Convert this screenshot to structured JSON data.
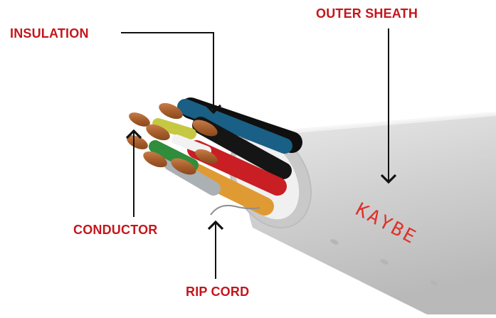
{
  "labels": {
    "insulation": "INSULATION",
    "outer_sheath": "OUTER SHEATH",
    "conductor": "CONDUCTOR",
    "rip_cord": "RIP CORD"
  },
  "sheath_print": "KAYBE",
  "colors": {
    "label_red": "#c4161c",
    "sheath_grey": "#d3d3d3",
    "copper": "#b46a3a",
    "print_red": "#e0302a"
  },
  "wire_colors": [
    "blue",
    "black",
    "red",
    "orange",
    "grey",
    "green",
    "yellow",
    "white"
  ]
}
